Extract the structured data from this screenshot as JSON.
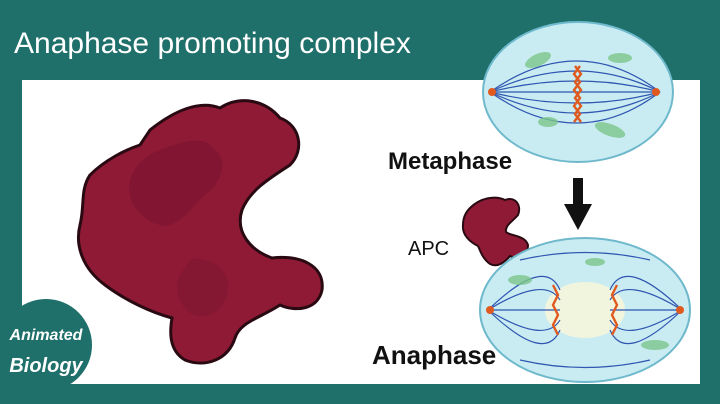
{
  "title": "Anaphase promoting complex",
  "labels": {
    "metaphase": "Metaphase",
    "anaphase": "Anaphase",
    "apc": "APC"
  },
  "logo": {
    "line1": "Animated",
    "line2": "Biology"
  },
  "colors": {
    "teal": "#1f6f6a",
    "apc_red": "#8f1a35",
    "cell_blue": "#c9ecf3",
    "spindle": "#2f56b0",
    "chromosome": "#e05a1f"
  },
  "icons": [
    "arrow-down-icon",
    "logo-icon"
  ]
}
